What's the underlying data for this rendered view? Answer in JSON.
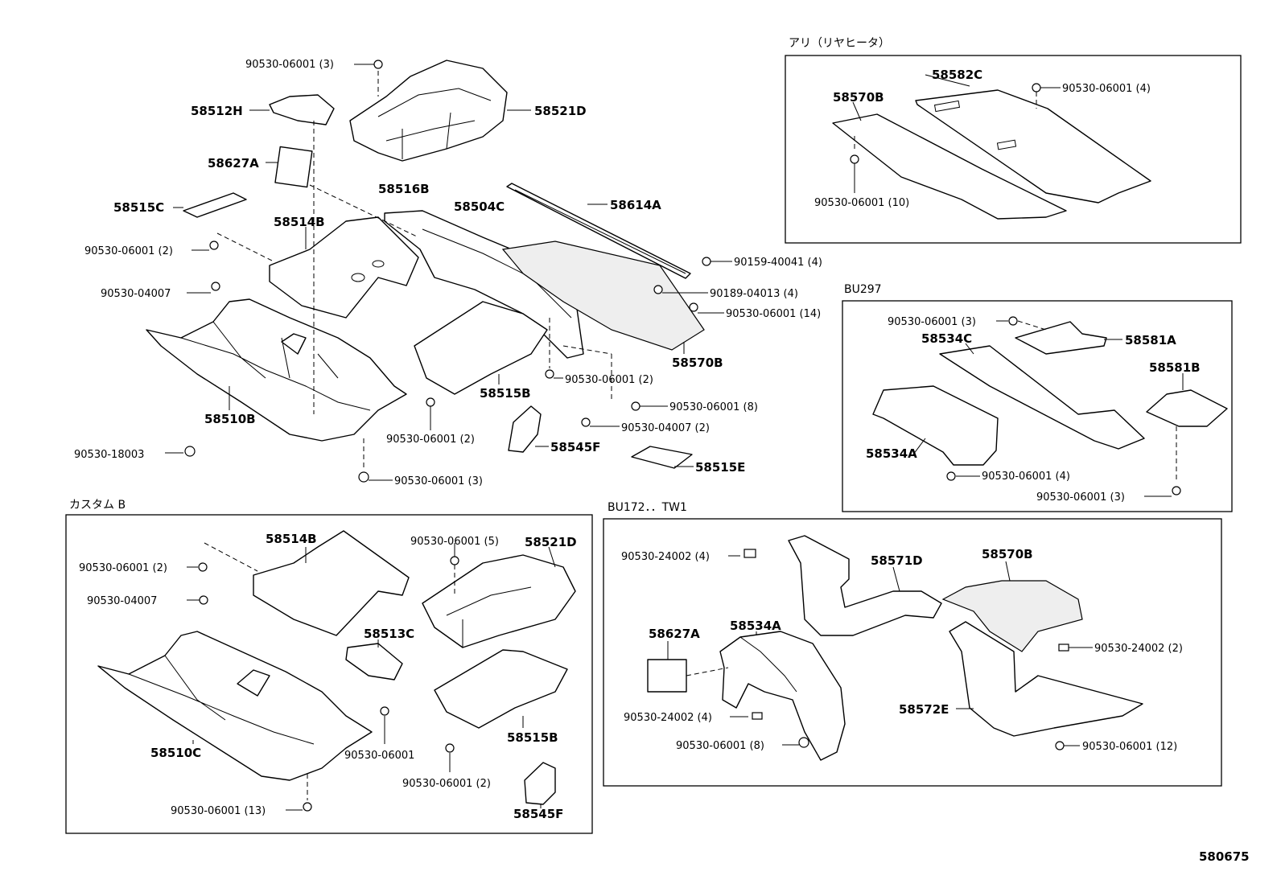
{
  "diagram_id": "580675",
  "main": {
    "labels": {
      "c90530_06001_3_top": "90530-06001 (3)",
      "p58512H": "58512H",
      "p58521D": "58521D",
      "p58627A": "58627A",
      "p58516B": "58516B",
      "p58504C": "58504C",
      "p58614A": "58614A",
      "p58515C": "58515C",
      "p58514B": "58514B",
      "c90530_06001_2_a": "90530-06001 (2)",
      "c90159_40041_4": "90159-40041 (4)",
      "c90530_04007": "90530-04007",
      "c90189_04013_4": "90189-04013 (4)",
      "c90530_06001_14": "90530-06001 (14)",
      "p58570B": "58570B",
      "c90530_06001_2_b": "90530-06001 (2)",
      "p58515B": "58515B",
      "p58510B": "58510B",
      "c90530_06001_8": "90530-06001 (8)",
      "c90530_04007_2": "90530-04007 (2)",
      "c90530_06001_2_c": "90530-06001 (2)",
      "p58545F": "58545F",
      "c90530_18003": "90530-18003",
      "p58515E": "58515E",
      "c90530_06001_3_bot": "90530-06001 (3)"
    }
  },
  "rear_heater": {
    "title": "アリ（リヤヒータ）",
    "labels": {
      "p58582C": "58582C",
      "p58570B": "58570B",
      "c90530_06001_4": "90530-06001 (4)",
      "c90530_06001_10": "90530-06001 (10)"
    }
  },
  "bu297": {
    "title": "BU297",
    "labels": {
      "c90530_06001_3_a": "90530-06001 (3)",
      "p58534C": "58534C",
      "p58581A": "58581A",
      "p58581B": "58581B",
      "p58534A": "58534A",
      "c90530_06001_4": "90530-06001 (4)",
      "c90530_06001_3_b": "90530-06001 (3)"
    }
  },
  "custom_b": {
    "title": "カスタム B",
    "labels": {
      "p58514B": "58514B",
      "c90530_06001_5": "90530-06001 (5)",
      "p58521D": "58521D",
      "c90530_06001_2_a": "90530-06001 (2)",
      "c90530_04007": "90530-04007",
      "p58513C": "58513C",
      "p58510C": "58510C",
      "c90530_06001": "90530-06001",
      "p58515B": "58515B",
      "c90530_06001_2_b": "90530-06001 (2)",
      "c90530_06001_13": "90530-06001 (13)",
      "p58545F": "58545F"
    }
  },
  "bu172": {
    "title": "BU172．．TW1",
    "labels": {
      "c90530_24002_4_a": "90530-24002 (4)",
      "p58571D": "58571D",
      "p58570B": "58570B",
      "p58534A": "58534A",
      "p58627A": "58627A",
      "c90530_24002_2": "90530-24002 (2)",
      "p58572E": "58572E",
      "c90530_24002_4_b": "90530-24002 (4)",
      "c90530_06001_8": "90530-06001 (8)",
      "c90530_06001_12": "90530-06001 (12)"
    }
  }
}
